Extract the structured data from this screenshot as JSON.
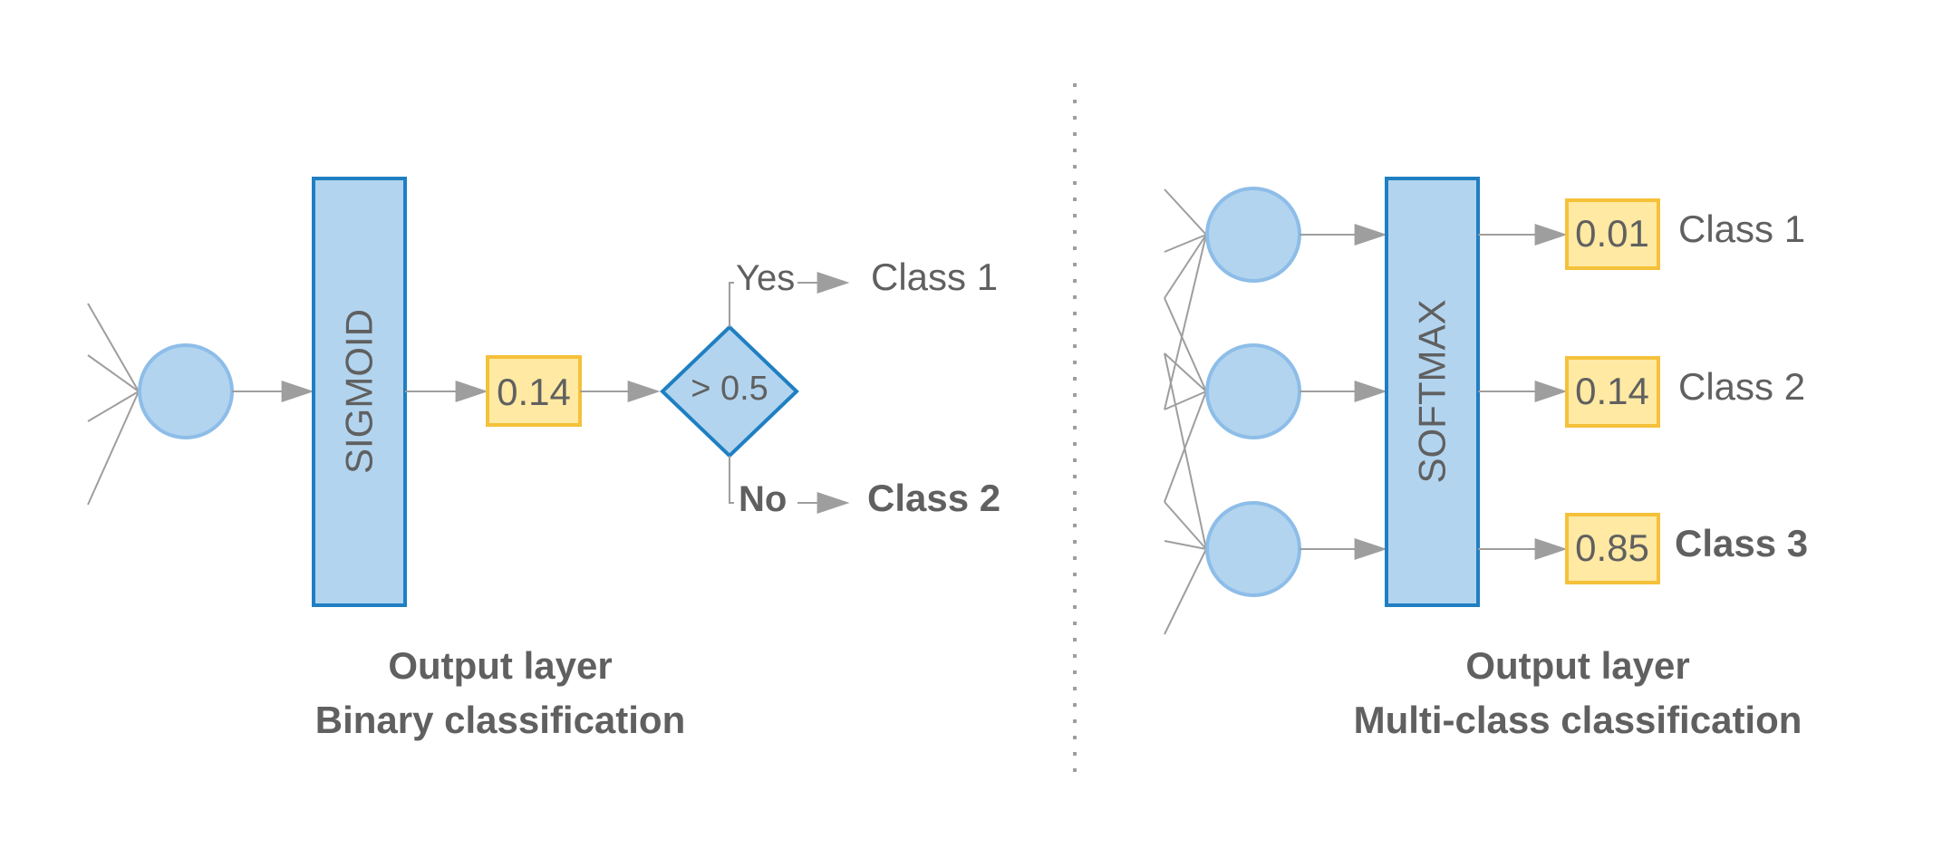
{
  "binary": {
    "activation_label": "SIGMOID",
    "output_value": "0.14",
    "decision_label": "> 0.5",
    "yes_label": "Yes",
    "no_label": "No",
    "yes_class": "Class 1",
    "no_class": "Class 2",
    "caption_line1": "Output layer",
    "caption_line2": "Binary classification"
  },
  "multiclass": {
    "activation_label": "SOFTMAX",
    "outputs": [
      {
        "value": "0.01",
        "class_label": "Class 1"
      },
      {
        "value": "0.14",
        "class_label": "Class 2"
      },
      {
        "value": "0.85",
        "class_label": "Class 3"
      }
    ],
    "caption_line1": "Output layer",
    "caption_line2": "Multi-class classification"
  },
  "colors": {
    "neuron_fill": "#b2d4ef",
    "activation_border": "#1f7fc2",
    "value_fill": "#ffe9a3",
    "value_border": "#f5c13a",
    "text": "#606060",
    "connector": "#9e9e9e"
  }
}
